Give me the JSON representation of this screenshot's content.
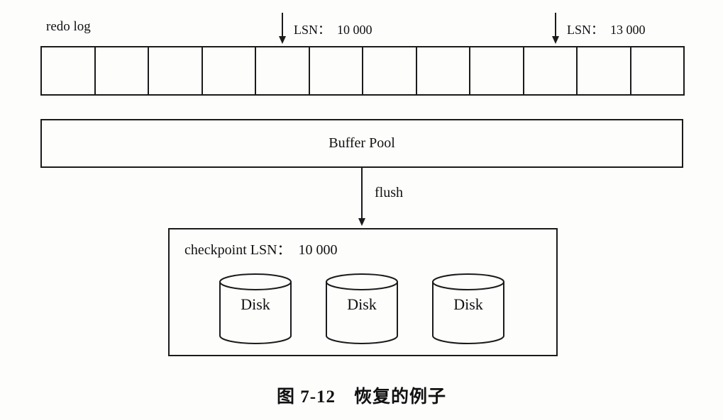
{
  "figure": {
    "redo_log": {
      "label": "redo log",
      "cell_count": 12,
      "markers": [
        {
          "label": "LSN：  10 000"
        },
        {
          "label": "LSN：  13 000"
        }
      ]
    },
    "buffer_pool": {
      "label": "Buffer Pool"
    },
    "flush_arrow": {
      "label": "flush"
    },
    "checkpoint_box": {
      "checkpoint_label": "checkpoint LSN：  10 000",
      "disks": [
        {
          "label": "Disk"
        },
        {
          "label": "Disk"
        },
        {
          "label": "Disk"
        }
      ]
    },
    "caption": "图 7-12　恢复的例子"
  },
  "colors": {
    "line": "#1b1b1b",
    "text": "#111111",
    "background": "#fdfdfc"
  }
}
